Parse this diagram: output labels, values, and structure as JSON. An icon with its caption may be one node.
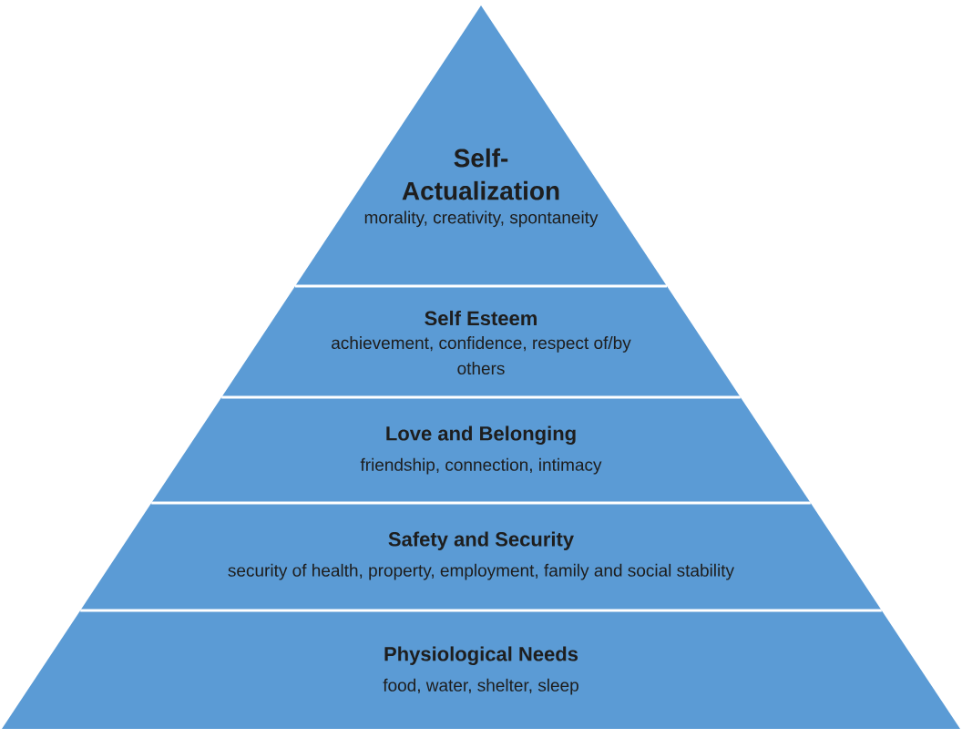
{
  "diagram": {
    "nodes": [
      {
        "text": [
          "Self- Actualization",
          "morality, creativity, spontaneity"
        ]
      },
      {
        "text": [
          "Self Esteem",
          "achievement, confidence, respect of/by others"
        ]
      },
      {
        "text": [
          "Love and Belonging",
          "friendship, connection, intimacy"
        ]
      },
      {
        "text": [
          "Safety and Security",
          "security of health, property, employment, family and social stability"
        ]
      },
      {
        "text": [
          "Physiological Needs",
          "food, water, shelter, sleep"
        ]
      }
    ]
  }
}
